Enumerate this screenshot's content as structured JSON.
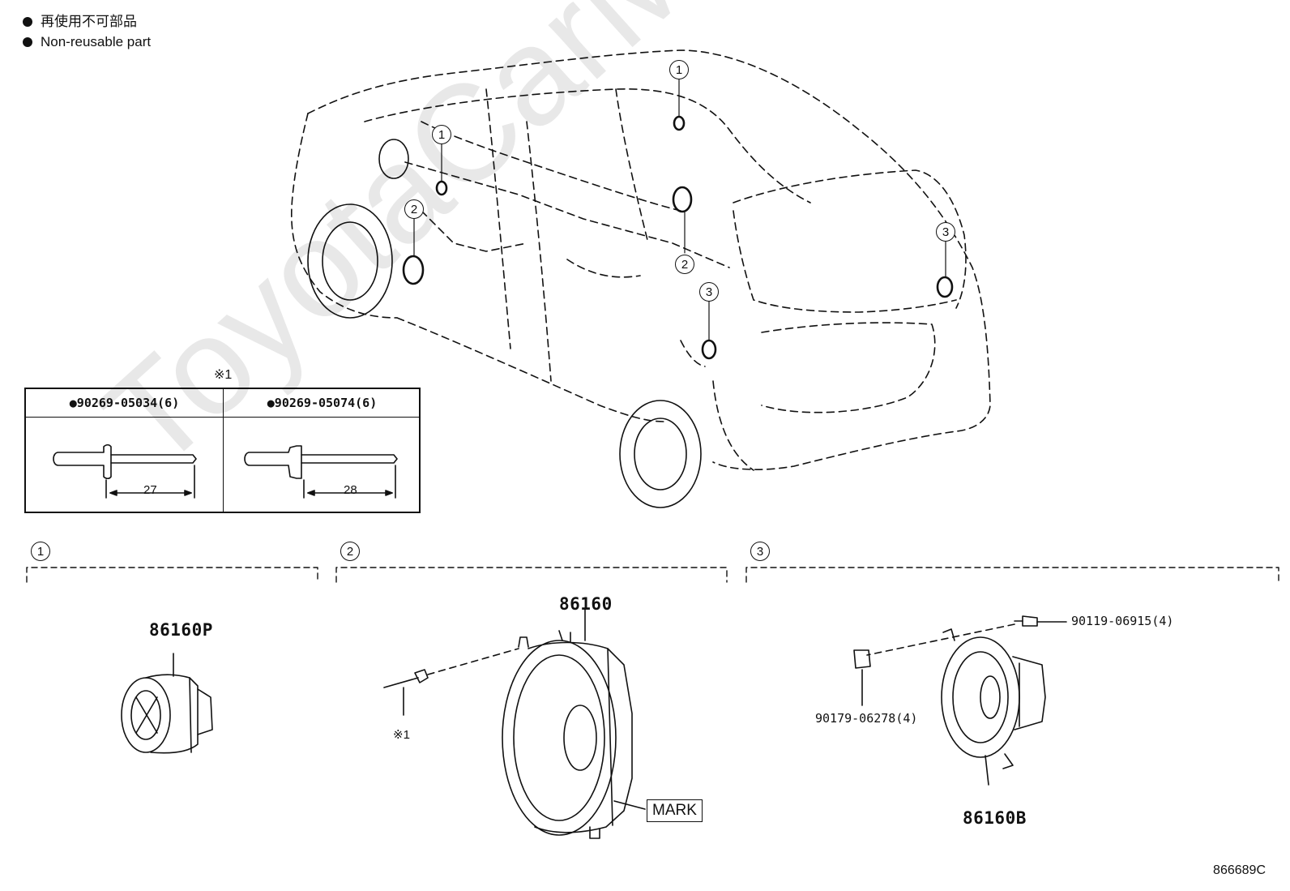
{
  "legend": {
    "japanese": "再使用不可部品",
    "english": "Non-reusable part"
  },
  "callouts": [
    "1",
    "2",
    "3"
  ],
  "rivet_table": {
    "note_symbol": "※1",
    "columns": [
      {
        "part": "●90269-05034(6)",
        "dimension": "27"
      },
      {
        "part": "●90269-05074(6)",
        "dimension": "28"
      }
    ]
  },
  "groups": [
    {
      "index": "1",
      "parts": [
        {
          "number": "86160P"
        }
      ]
    },
    {
      "index": "2",
      "parts": [
        {
          "number": "86160"
        },
        {
          "number": "※1"
        }
      ],
      "mark": "MARK"
    },
    {
      "index": "3",
      "parts": [
        {
          "number": "90119-06915(4)"
        },
        {
          "number": "90179-06278(4)"
        },
        {
          "number": "86160B"
        }
      ]
    }
  ],
  "watermark": "ToyotaCarMine.ru",
  "diagram_code": "866689C"
}
